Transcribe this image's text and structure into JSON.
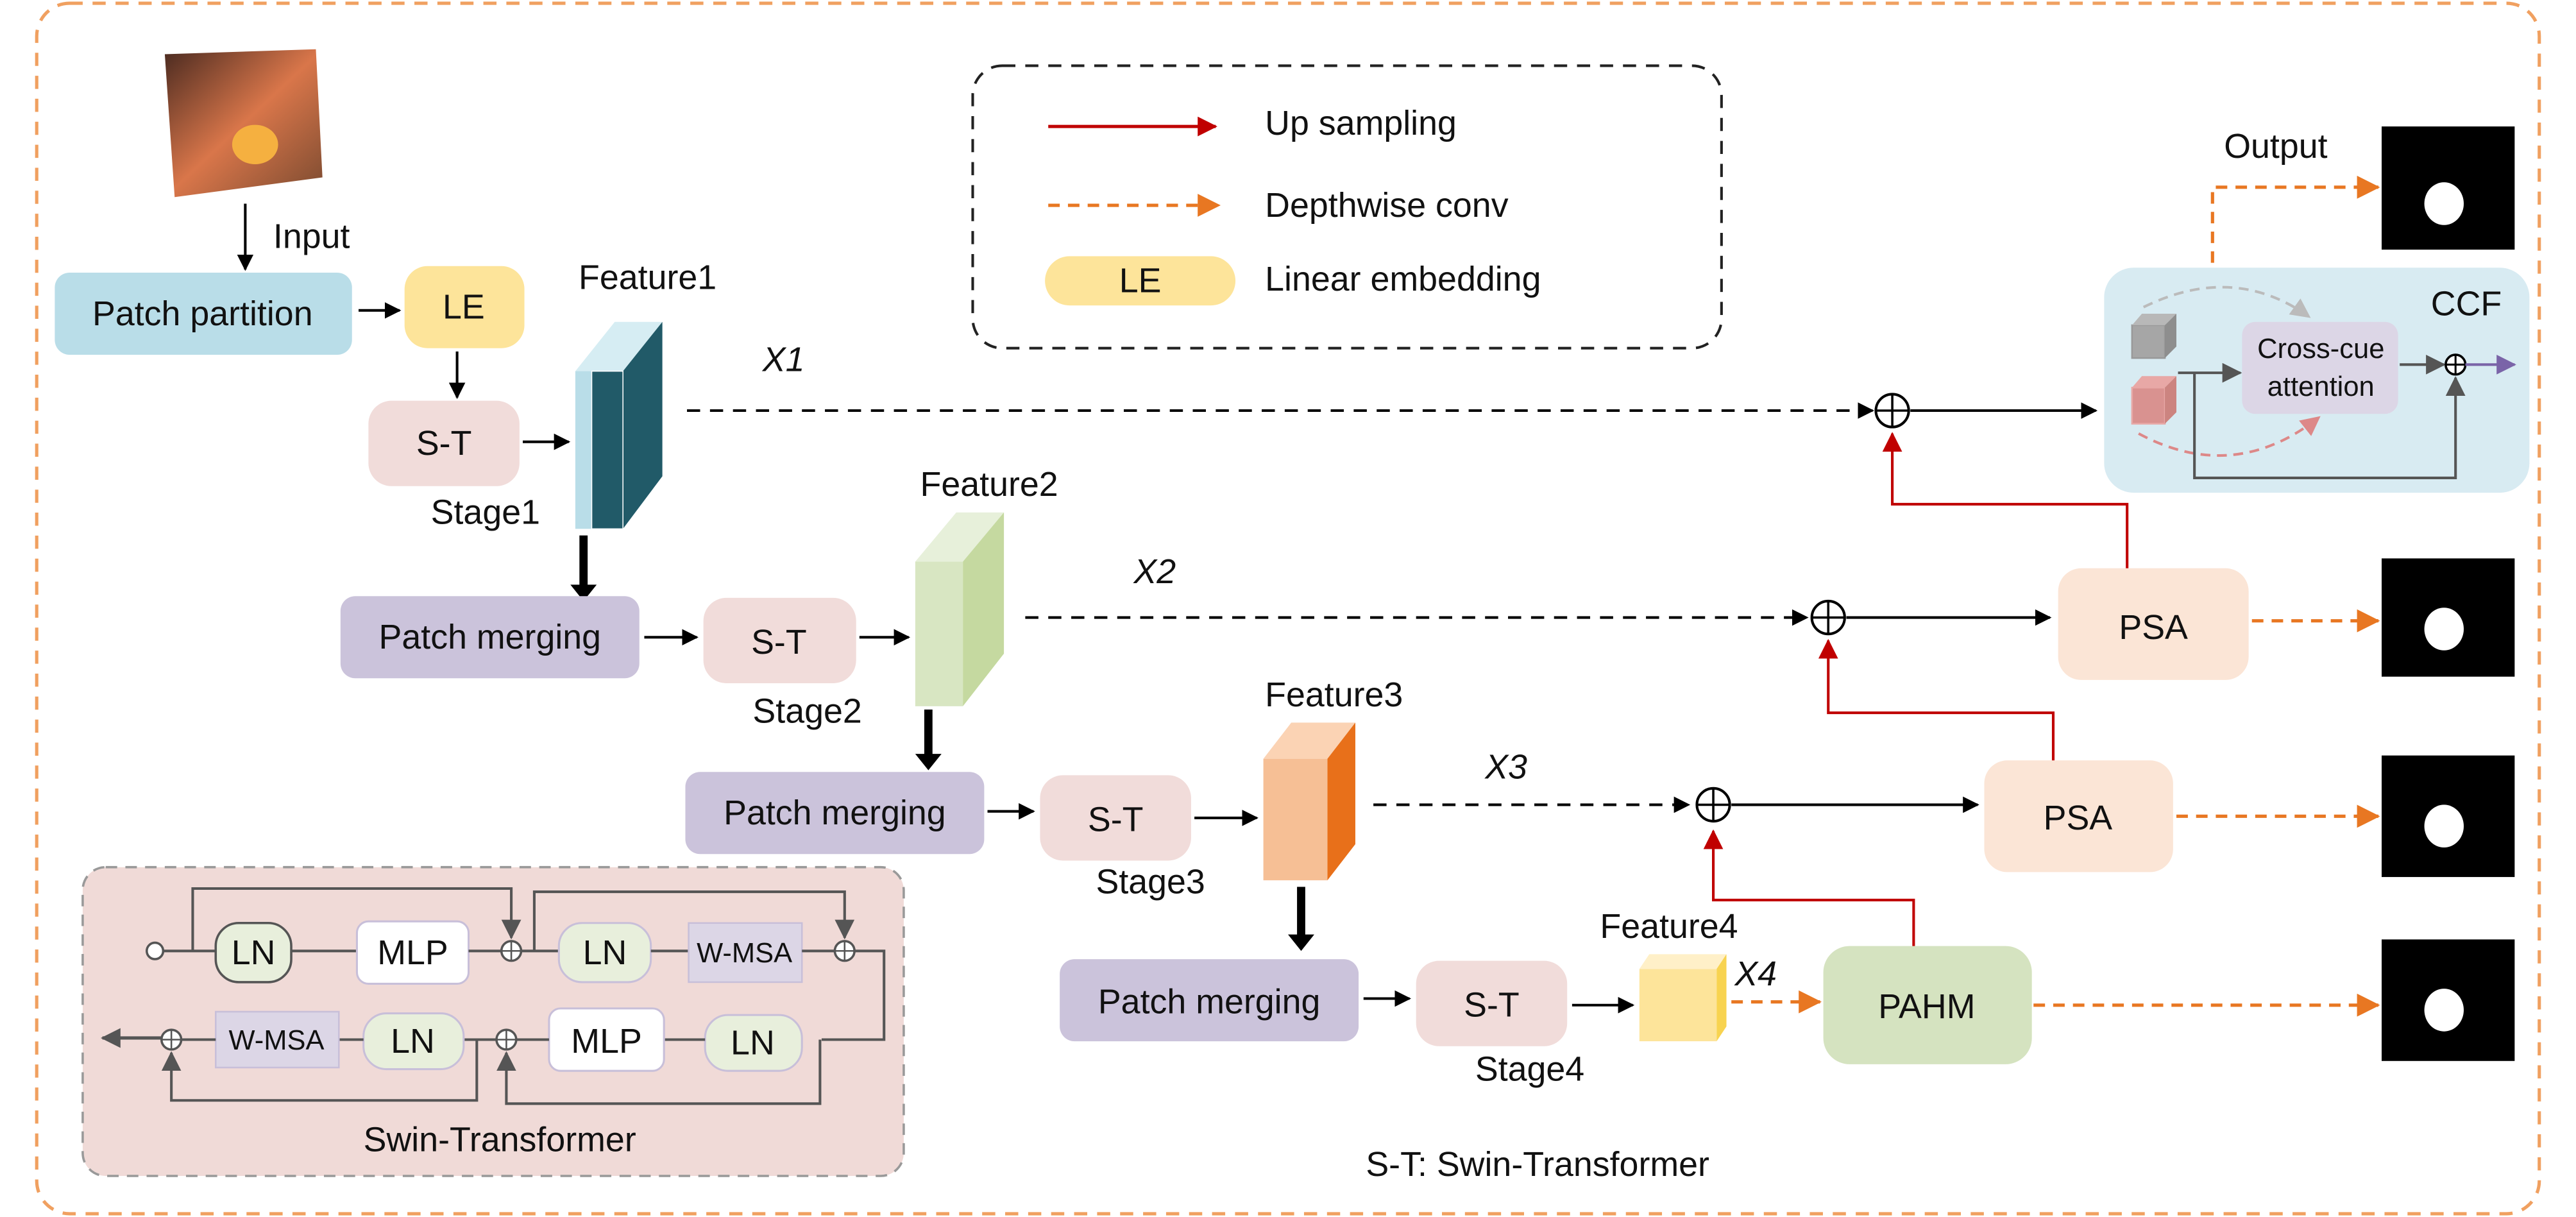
{
  "legend": {
    "up_sampling": "Up sampling",
    "depthwise_conv": "Depthwise conv",
    "le_box": "LE",
    "linear_embedding": "Linear embedding"
  },
  "colors": {
    "frame": "#f0a060",
    "up_sampling": "#c00000",
    "depthwise": "#e87722",
    "patch_partition": "#b9dde8",
    "le": "#fde49a",
    "st": "#f1dcda",
    "patch_merging": "#cbc3db",
    "psa": "#fbe5d6",
    "pahm": "#d5e3c0",
    "ccf": "#d8ebf2",
    "swin_bg": "#f0dad7"
  },
  "input": {
    "label": "Input"
  },
  "patch_partition": "Patch partition",
  "le": "LE",
  "stages": [
    {
      "st": "S-T",
      "stage": "Stage1",
      "feature": "Feature1",
      "skip": "X1",
      "merge": ""
    },
    {
      "st": "S-T",
      "stage": "Stage2",
      "feature": "Feature2",
      "skip": "X2",
      "merge": "Patch merging"
    },
    {
      "st": "S-T",
      "stage": "Stage3",
      "feature": "Feature3",
      "skip": "X3",
      "merge": "Patch merging"
    },
    {
      "st": "S-T",
      "stage": "Stage4",
      "feature": "Feature4",
      "skip": "X4",
      "merge": "Patch merging"
    }
  ],
  "psa": [
    "PSA",
    "PSA"
  ],
  "pahm": "PAHM",
  "output": {
    "label": "Output"
  },
  "ccf": {
    "title": "CCF",
    "attn_line1": "Cross-cue",
    "attn_line2": "attention"
  },
  "swin": {
    "title": "Swin-Transformer",
    "top_row": [
      "LN",
      "MLP",
      "LN",
      "W-MSA"
    ],
    "bottom_row": [
      "W-MSA",
      "LN",
      "MLP",
      "LN"
    ]
  },
  "footnote": "S-T: Swin-Transformer"
}
